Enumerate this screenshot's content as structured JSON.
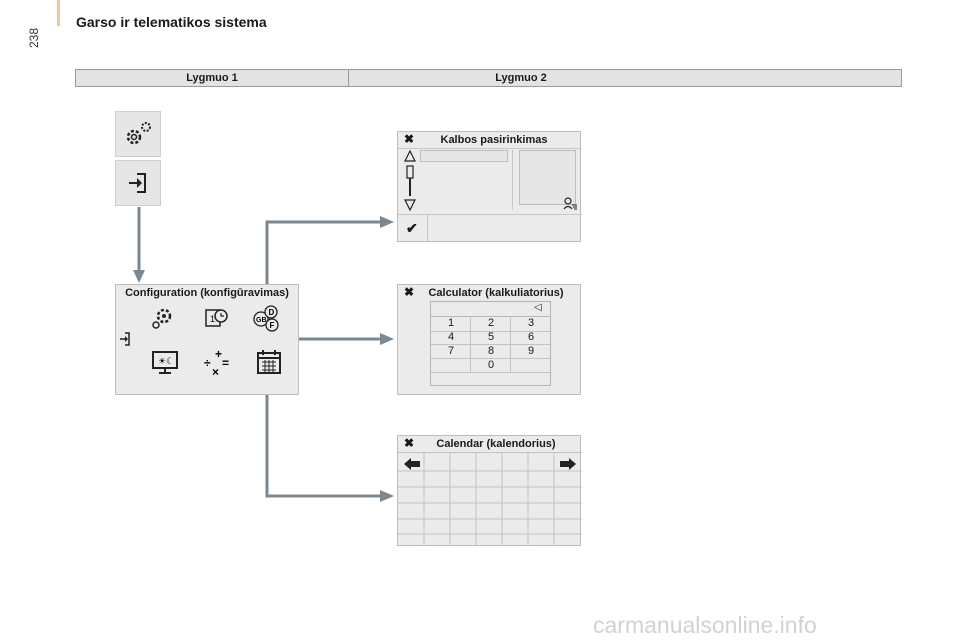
{
  "page": {
    "number": "238",
    "chapter_title": "Garso ir telematikos sistema",
    "watermark": "carmanualsonline.info"
  },
  "levels": {
    "level1": "Lygmuo 1",
    "level2": "Lygmuo 2"
  },
  "menu_icons": [
    "settings-gears-icon",
    "exit-door-icon"
  ],
  "configuration": {
    "title": "Configuration (konfigūravimas)",
    "icons": [
      "settings-gear-icon",
      "clock-icon",
      "language-gb-d-f-icon",
      "exit-icon",
      "display-brightness-icon",
      "calculator-icon",
      "calendar-icon"
    ]
  },
  "language_panel": {
    "title": "Kalbos pasirinkimas",
    "icons": [
      "close-icon",
      "scroll-up-icon",
      "scroll-down-icon",
      "speak-icon",
      "confirm-check-icon"
    ]
  },
  "calculator_panel": {
    "title": "Calculator (kalkuliatorius)",
    "backspace": "◁",
    "keys": [
      [
        "1",
        "2",
        "3"
      ],
      [
        "4",
        "5",
        "6"
      ],
      [
        "7",
        "8",
        "9"
      ],
      [
        "",
        "0",
        ""
      ]
    ]
  },
  "calendar_panel": {
    "title": "Calendar (kalendorius)",
    "icons": [
      "close-icon",
      "prev-arrow-icon",
      "next-arrow-icon"
    ]
  },
  "colors": {
    "arrow": "#7d8790",
    "panel_bg": "#ebebeb",
    "accent": "#f0c89c"
  }
}
